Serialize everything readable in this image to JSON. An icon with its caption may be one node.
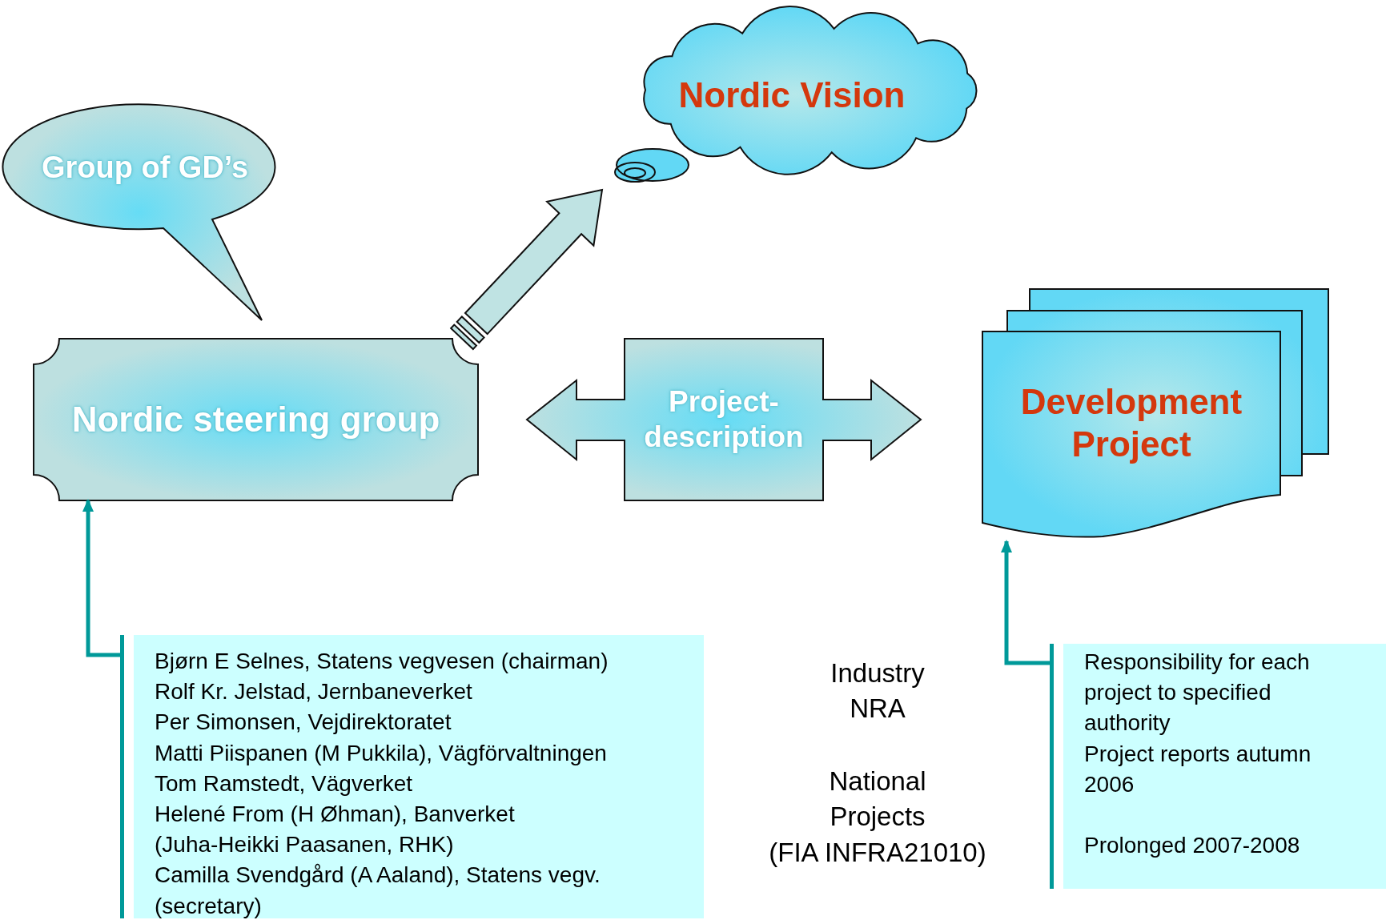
{
  "diagram": {
    "nodes": [
      {
        "text": [
          "Group of GD’s"
        ]
      },
      {
        "text": [
          "Nordic Vision"
        ]
      },
      {
        "text": [
          "Nordic steering group"
        ]
      },
      {
        "text": [
          "Project-description"
        ]
      },
      {
        "text": [
          "Development Project"
        ]
      },
      {
        "text": [
          "Bjørn E Selnes, Statens vegvesen (chairman)",
          "Rolf Kr. Jelstad, Jernbaneverket",
          "Per Simonsen, Vejdirektoratet",
          "Matti Piispanen (M Pukkila), Vägförvaltningen",
          "Tom Ramstedt, Vägverket",
          "Helené From (H Øhman), Banverket",
          "(Juha-Heikki Paasanen, RHK)",
          "Camilla Svendgård (A Aaland), Statens vegv. (secretary)"
        ]
      },
      {
        "text": [
          "Responsibility for each project to specified authority",
          "Project reports autumn 2006",
          "Prolonged 2007-2008"
        ]
      }
    ],
    "edges": [
      {
        "from": 2,
        "to": 1,
        "arrow": "to",
        "style": "thick"
      },
      {
        "from": 5,
        "to": 2,
        "arrow": "to",
        "color": "#009999"
      },
      {
        "from": 6,
        "to": 4,
        "arrow": "to",
        "color": "#009999"
      }
    ],
    "labels": [
      "Industry",
      "NRA",
      "National Projects",
      "(FIA INFRA21010)"
    ]
  }
}
